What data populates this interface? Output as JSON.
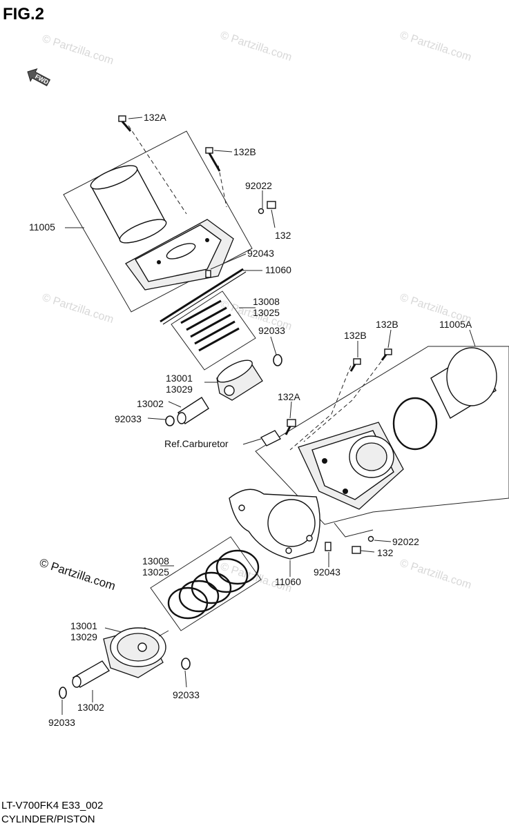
{
  "figure_title": "FIG.2",
  "fwd_label": "FWD",
  "watermark_text": "© Partzilla.com",
  "copyright_text": "© Partzilla.com",
  "footer": {
    "code": "LT-V700FK4 E33_002",
    "caption": "CYLINDER/PISTON"
  },
  "callouts": {
    "upper_132A": "132A",
    "upper_132B": "132B",
    "upper_92022": "92022",
    "upper_132": "132",
    "upper_11005": "11005",
    "upper_92043": "92043",
    "upper_11060": "11060",
    "upper_13008": "13008",
    "upper_13025": "13025",
    "upper_92033_right": "92033",
    "upper_13001": "13001",
    "upper_13029": "13029",
    "upper_13002": "13002",
    "upper_92033_left": "92033",
    "lower_132B_a": "132B",
    "lower_132B_b": "132B",
    "lower_11005A": "11005A",
    "lower_132A": "132A",
    "ref_carburetor": "Ref.Carburetor",
    "lower_92022": "92022",
    "lower_132": "132",
    "lower_11060": "11060",
    "lower_92043": "92043",
    "lower_13008": "13008",
    "lower_13025": "13025",
    "lower_13001": "13001",
    "lower_13029": "13029",
    "lower_92033_right": "92033",
    "lower_13002": "13002",
    "lower_92033_left": "92033"
  }
}
